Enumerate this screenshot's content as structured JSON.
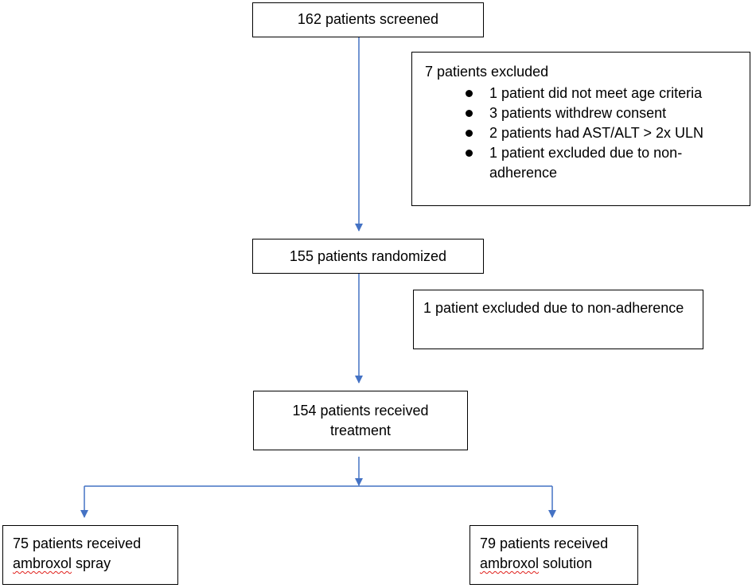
{
  "colors": {
    "arrow": "#4472c4",
    "border": "#000000",
    "spellcheck": "#e0201b"
  },
  "nodes": {
    "screened": {
      "text": "162 patients screened"
    },
    "excluded_screening": {
      "title": "7 patients excluded",
      "reasons": [
        "1 patient did not meet age criteria",
        "3 patients withdrew consent",
        "2 patients had AST/ALT > 2x ULN",
        "1 patient excluded due to non-adherence"
      ]
    },
    "randomized": {
      "text": "155 patients randomized"
    },
    "excluded_randomization": {
      "text": "1 patient excluded due to non-adherence"
    },
    "treated": {
      "line1": "154 patients received",
      "line2": "treatment"
    },
    "spray": {
      "line1": "75 patients received",
      "word": "ambroxol",
      "rest": "spray"
    },
    "solution": {
      "line1": "79 patients received",
      "word": "ambroxol",
      "rest": "solution"
    }
  }
}
